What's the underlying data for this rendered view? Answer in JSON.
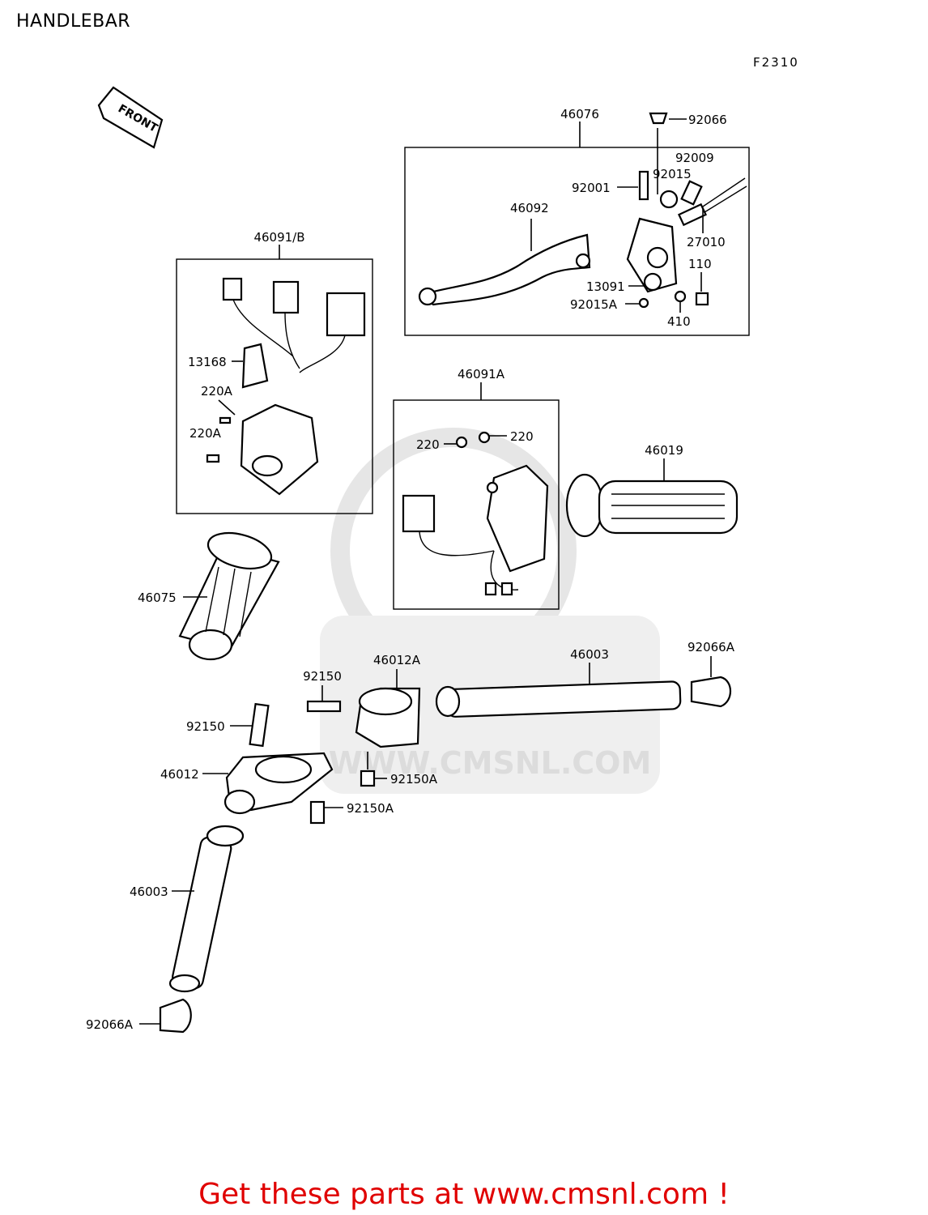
{
  "page": {
    "title": "HANDLEBAR",
    "figure_code": "F2310"
  },
  "front_arrow": {
    "label": "FRONT"
  },
  "watermark": {
    "text": "WWW.CMSNL.COM"
  },
  "footer": {
    "text": "Get these parts at www.cmsnl.com !",
    "color": "#e00000"
  },
  "labels": {
    "l46076": "46076",
    "l92066": "92066",
    "l92009": "92009",
    "l92015": "92015",
    "l92001": "92001",
    "l46092": "46092",
    "l27010": "27010",
    "l110": "110",
    "l13091": "13091",
    "l92015A": "92015A",
    "l410": "410",
    "l46091B": "46091/B",
    "l13168": "13168",
    "l220A_1": "220A",
    "l220A_2": "220A",
    "l46091A": "46091A",
    "l220_1": "220",
    "l220_2": "220",
    "l46019": "46019",
    "l46075": "46075",
    "l46003_top": "46003",
    "l92066A_top": "92066A",
    "l92150_1": "92150",
    "l46012A": "46012A",
    "l92150_2": "92150",
    "l46012": "46012",
    "l92150A_1": "92150A",
    "l92150A_2": "92150A",
    "l46003_bot": "46003",
    "l92066A_bot": "92066A"
  }
}
